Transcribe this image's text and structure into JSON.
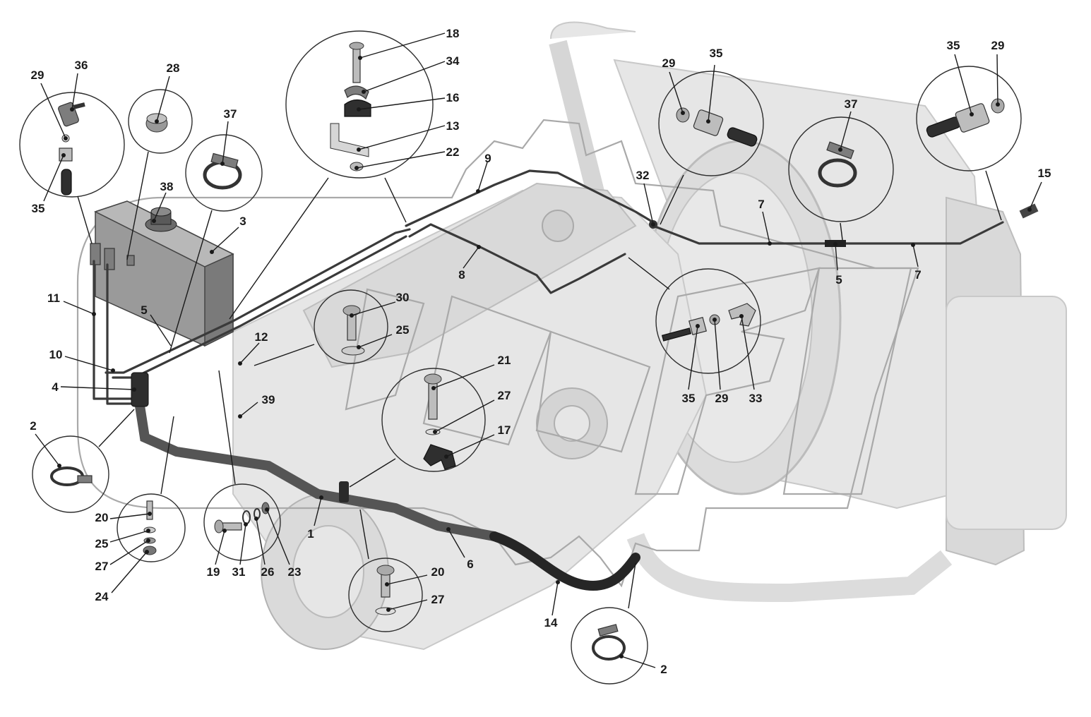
{
  "callouts": [
    {
      "id": "c18",
      "text": "18"
    },
    {
      "id": "c34",
      "text": "34"
    },
    {
      "id": "c16",
      "text": "16"
    },
    {
      "id": "c13",
      "text": "13"
    },
    {
      "id": "c22",
      "text": "22"
    },
    {
      "id": "c9",
      "text": "9"
    },
    {
      "id": "c29a",
      "text": "29"
    },
    {
      "id": "c36",
      "text": "36"
    },
    {
      "id": "c35a",
      "text": "35"
    },
    {
      "id": "c28",
      "text": "28"
    },
    {
      "id": "c37a",
      "text": "37"
    },
    {
      "id": "c38",
      "text": "38"
    },
    {
      "id": "c3",
      "text": "3"
    },
    {
      "id": "c11",
      "text": "11"
    },
    {
      "id": "c5a",
      "text": "5"
    },
    {
      "id": "c10",
      "text": "10"
    },
    {
      "id": "c4",
      "text": "4"
    },
    {
      "id": "c2a",
      "text": "2"
    },
    {
      "id": "c12",
      "text": "12"
    },
    {
      "id": "c39",
      "text": "39"
    },
    {
      "id": "c30",
      "text": "30"
    },
    {
      "id": "c25a",
      "text": "25"
    },
    {
      "id": "c8",
      "text": "8"
    },
    {
      "id": "c21",
      "text": "21"
    },
    {
      "id": "c27a",
      "text": "27"
    },
    {
      "id": "c17",
      "text": "17"
    },
    {
      "id": "c20a",
      "text": "20"
    },
    {
      "id": "c25b",
      "text": "25"
    },
    {
      "id": "c27b",
      "text": "27"
    },
    {
      "id": "c24",
      "text": "24"
    },
    {
      "id": "c19",
      "text": "19"
    },
    {
      "id": "c31",
      "text": "31"
    },
    {
      "id": "c26",
      "text": "26"
    },
    {
      "id": "c23",
      "text": "23"
    },
    {
      "id": "c1",
      "text": "1"
    },
    {
      "id": "c6",
      "text": "6"
    },
    {
      "id": "c20b",
      "text": "20"
    },
    {
      "id": "c27c",
      "text": "27"
    },
    {
      "id": "c14",
      "text": "14"
    },
    {
      "id": "c2b",
      "text": "2"
    },
    {
      "id": "c29b",
      "text": "29"
    },
    {
      "id": "c35b",
      "text": "35"
    },
    {
      "id": "c32",
      "text": "32"
    },
    {
      "id": "c7a",
      "text": "7"
    },
    {
      "id": "c37b",
      "text": "37"
    },
    {
      "id": "c5b",
      "text": "5"
    },
    {
      "id": "c7b",
      "text": "7"
    },
    {
      "id": "c35c",
      "text": "35"
    },
    {
      "id": "c29c",
      "text": "29"
    },
    {
      "id": "c15",
      "text": "15"
    },
    {
      "id": "c35d",
      "text": "35"
    },
    {
      "id": "c29d",
      "text": "29"
    },
    {
      "id": "c33",
      "text": "33"
    }
  ],
  "colors": {
    "line": "#1a1a1a",
    "ghost_engine": "#e6e6e6",
    "watermark": "#a9a9a9",
    "pipe": "#3a3a3a"
  }
}
